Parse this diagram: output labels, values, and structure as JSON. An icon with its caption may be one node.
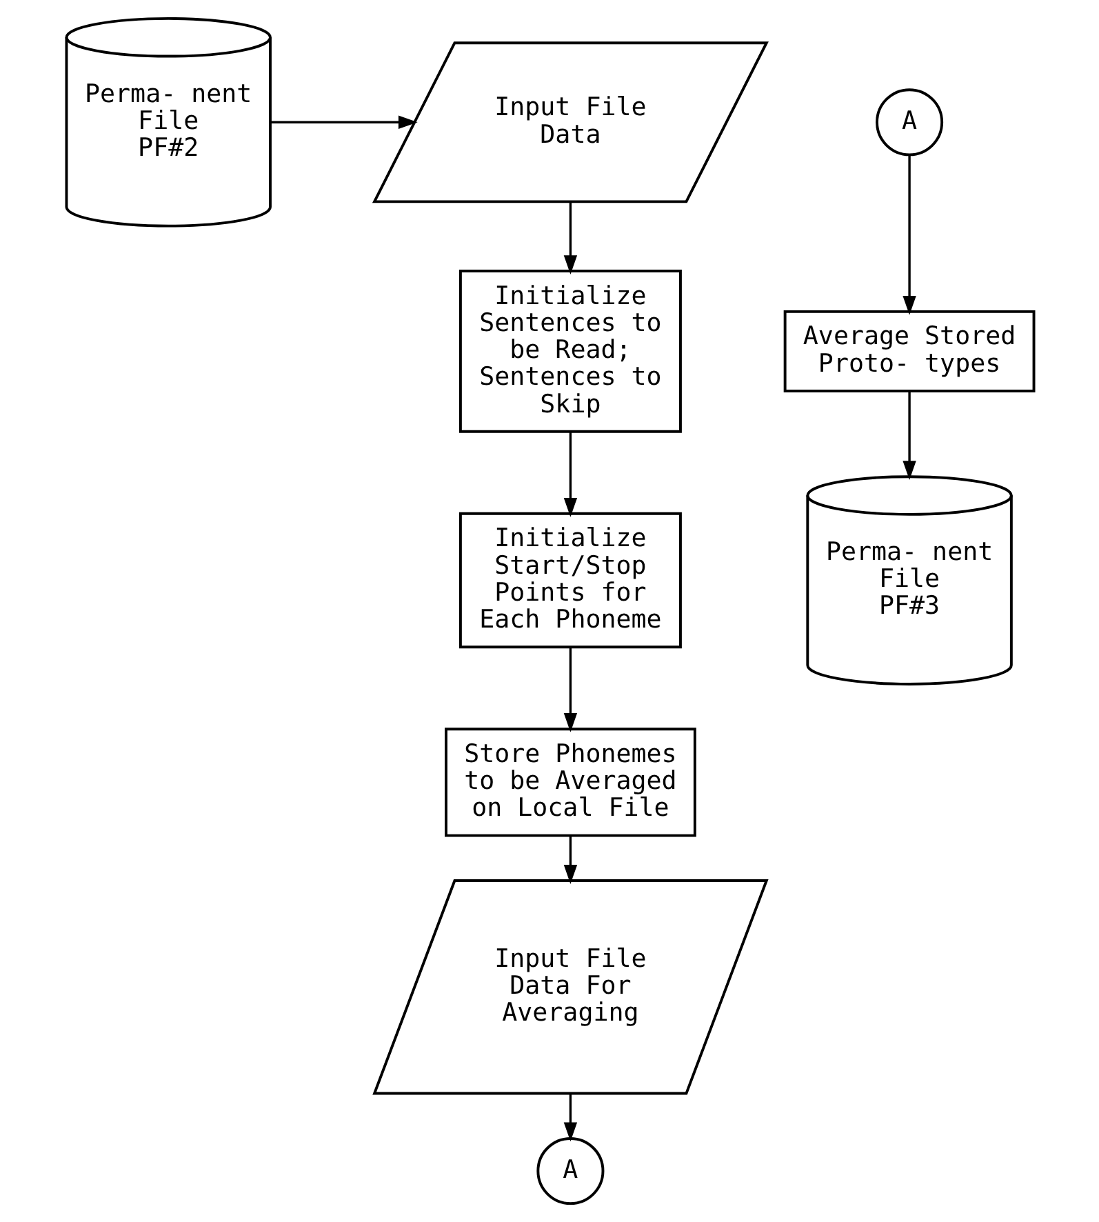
{
  "diagram": {
    "nodes": [
      {
        "text": [
          "Perma- nent File",
          "PF#2"
        ]
      },
      {
        "text": [
          "Input File Data"
        ]
      },
      {
        "text": [
          "Initialize Sentences to be Read; Sentences to Skip"
        ]
      },
      {
        "text": [
          "Initialize Start/Stop Points for Each Phoneme"
        ]
      },
      {
        "text": [
          "Store Phonemes to be Averaged on Local File"
        ]
      },
      {
        "text": [
          "Input File Data For Averaging"
        ]
      },
      {
        "text": [
          "A"
        ]
      },
      {
        "text": [
          "A"
        ]
      },
      {
        "text": [
          "Average Stored Proto- types"
        ]
      },
      {
        "text": [
          "Perma- nent File",
          "PF#3"
        ]
      }
    ],
    "edges": [
      {
        "from": 0,
        "to": 1,
        "arrow": "to"
      },
      {
        "from": 1,
        "to": 2,
        "arrow": "to"
      },
      {
        "from": 2,
        "to": 3,
        "arrow": "to"
      },
      {
        "from": 3,
        "to": 4,
        "arrow": "to"
      },
      {
        "from": 4,
        "to": 5,
        "arrow": "to"
      },
      {
        "from": 5,
        "to": 6,
        "arrow": "to"
      },
      {
        "from": 7,
        "to": 8,
        "arrow": "to"
      },
      {
        "from": 8,
        "to": 9,
        "arrow": "to"
      }
    ]
  }
}
